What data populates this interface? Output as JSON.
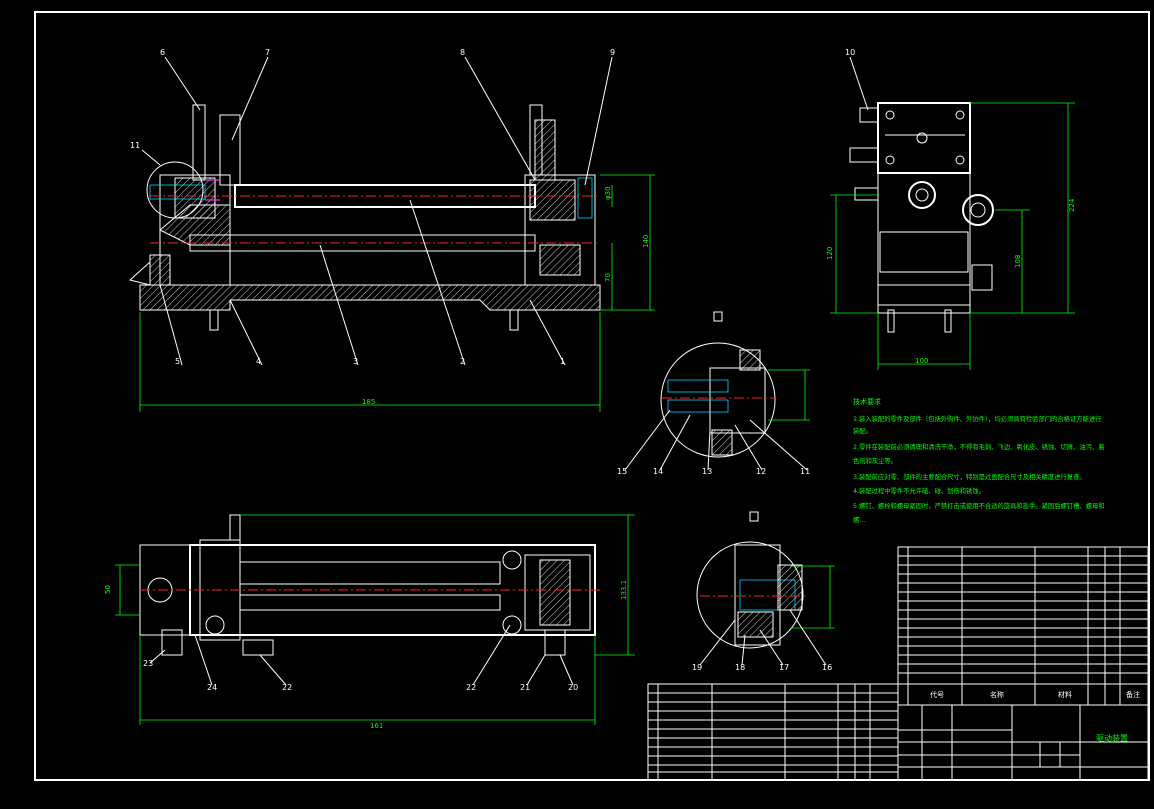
{
  "callouts": {
    "n1": "1",
    "n2": "2",
    "n3": "3",
    "n4": "4",
    "n5": "5",
    "n6": "6",
    "n7": "7",
    "n8": "8",
    "n9": "9",
    "n10": "10",
    "n11a": "11",
    "n11b": "11",
    "n12": "12",
    "n13": "13",
    "n14": "14",
    "n15": "15",
    "n16": "16",
    "n17": "17",
    "n18": "18",
    "n19": "19",
    "n20": "20",
    "n21": "21",
    "n22a": "22",
    "n22b": "22",
    "n23": "23",
    "n24": "24"
  },
  "dimensions": {
    "front_length": "185",
    "front_height": "140",
    "front_low": "70",
    "front_top": "φ30",
    "side_height": "224",
    "side_mid": "120",
    "side_right": "108",
    "side_width": "100",
    "top_length": "161",
    "top_height": "133.1",
    "top_left": "50"
  },
  "tech_requirements": {
    "title": "技术要求",
    "lines": [
      "1.装入装配的零件及部件（包括外购件、外协件），均必须具有检验部门的合格证方能进行",
      "装配。",
      "2.零件在装配前必须清理和清洗干净，不得有毛刺、飞边、氧化皮、锈蚀、切屑、油污、着",
      "色剂和灰尘等。",
      "3.装配前应对零、部件的主要配合尺寸，特别是过盈配合尺寸及相关精度进行复查。",
      "4.装配过程中零件不允许磕、碰、划伤和锈蚀。",
      "5.螺钉、螺栓和螺母紧固时，严禁打击或使用不合适的旋具和扳手。紧固后螺钉槽、螺母和",
      "螺..."
    ]
  },
  "title_block": {
    "drawing_name": "驱动装置",
    "col_code": "代号",
    "col_name": "名称",
    "col_material": "材料",
    "col_remark": "备注"
  }
}
